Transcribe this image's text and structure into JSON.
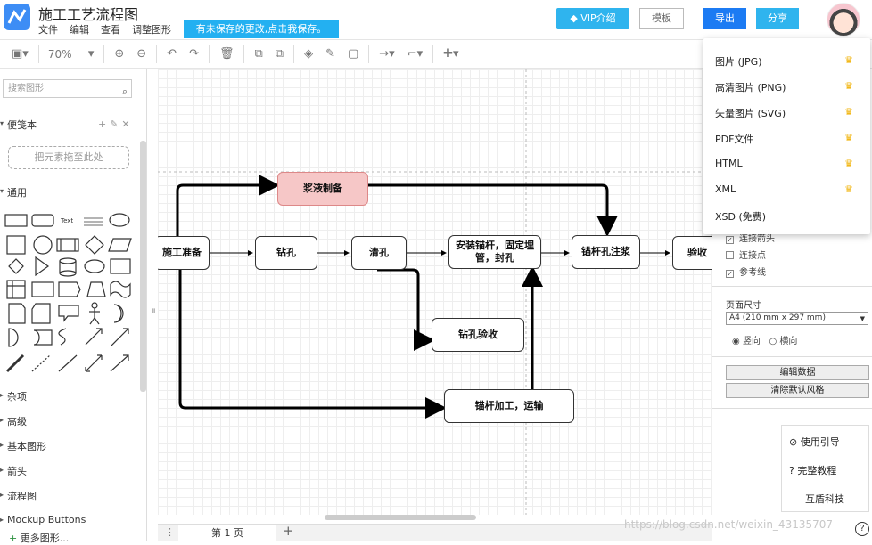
{
  "header": {
    "title": "施工工艺流程图",
    "menus": [
      "文件",
      "编辑",
      "查看",
      "调整图形"
    ],
    "unsaved_notice": "有未保存的更改,点击我保存。",
    "vip_label": "VIP介绍",
    "template_label": "模板",
    "export_label": "导出",
    "share_label": "分享"
  },
  "toolbar": {
    "zoom": "70%"
  },
  "sidebar": {
    "search_placeholder": "搜索图形",
    "scratchpad_title": "便笺本",
    "drop_hint": "把元素拖至此处",
    "general_title": "通用",
    "sections": [
      "杂项",
      "高级",
      "基本图形",
      "箭头",
      "流程图",
      "Mockup Buttons"
    ],
    "more_shapes": "更多图形..."
  },
  "diagram": {
    "nodes": [
      "施工准备",
      "钻孔",
      "清孔",
      "安装锚杆，固定埋管，封孔",
      "锚杆孔注浆",
      "验收",
      "浆液制备",
      "钻孔验收",
      "锚杆加工，运输"
    ]
  },
  "bottom": {
    "page_tab": "第 1 页"
  },
  "export_menu": {
    "items": [
      "图片 (JPG)",
      "高清图片 (PNG)",
      "矢量图片 (SVG)",
      "PDF文件",
      "HTML",
      "XML",
      "XSD (免费)"
    ],
    "accent": "#f0b000"
  },
  "right_panel": {
    "checks": [
      "连接箭头",
      "连接点",
      "参考线"
    ],
    "page_size_label": "页面尺寸",
    "page_size_value": "A4 (210 mm x 297 mm)",
    "orientation": [
      "竖向",
      "横向"
    ],
    "edit_data": "编辑数据",
    "clear_style": "清除默认风格",
    "guide_items": [
      "使用引导",
      "完整教程",
      "互盾科技"
    ]
  },
  "watermark": "https://blog.csdn.net/weixin_43135707",
  "colors": {
    "primary": "#1c7bf3",
    "cyan": "#2fb4ee",
    "node_pink": "#f6c7c7"
  }
}
